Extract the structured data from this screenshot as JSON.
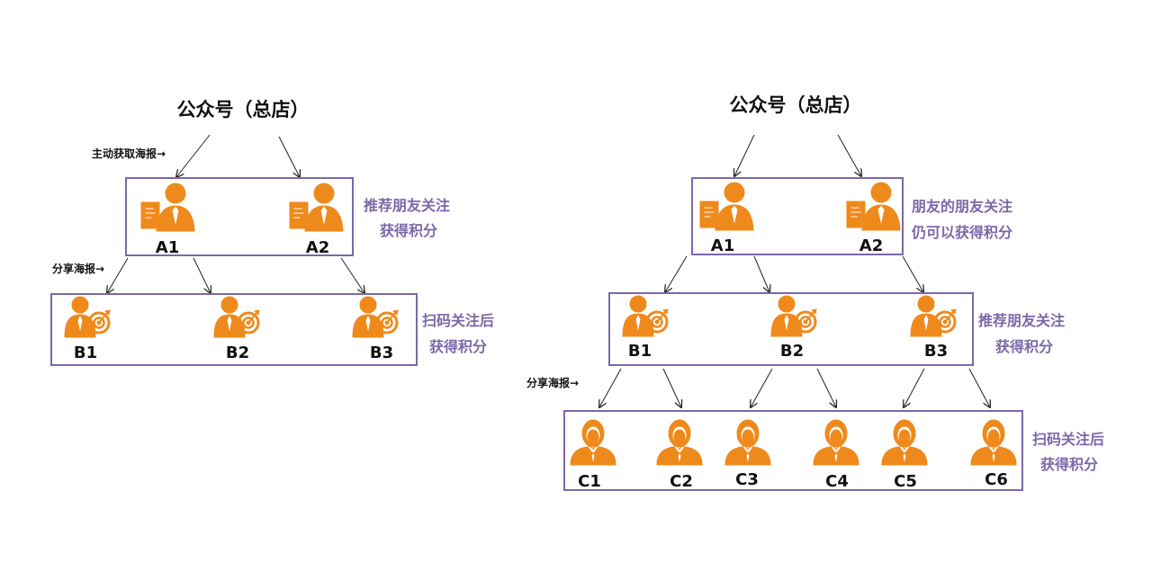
{
  "colors": {
    "icon": "#EE8A1C",
    "box": "#7B68A8",
    "side_text": "#7B68A8",
    "ink": "#111111"
  },
  "icons": {
    "tier_a": "document-person-icon",
    "tier_b": "person-target-icon",
    "tier_c": "person-bust-icon"
  },
  "left": {
    "root": "公众号（总店）",
    "note_top": "主动获取海报→",
    "note_mid": "分享海报→",
    "a_labels": [
      "A1",
      "A2"
    ],
    "b_labels": [
      "B1",
      "B2",
      "B3"
    ],
    "a_side": [
      "推荐朋友关注",
      "获得积分"
    ],
    "b_side": [
      "扫码关注后",
      "获得积分"
    ]
  },
  "right": {
    "root": "公众号（总店）",
    "note_bottom": "分享海报→",
    "a_labels": [
      "A1",
      "A2"
    ],
    "b_labels": [
      "B1",
      "B2",
      "B3"
    ],
    "c_labels": [
      "C1",
      "C2",
      "C3",
      "C4",
      "C5",
      "C6"
    ],
    "a_side": [
      "朋友的朋友关注",
      "仍可以获得积分"
    ],
    "b_side": [
      "推荐朋友关注",
      "获得积分"
    ],
    "c_side": [
      "扫码关注后",
      "获得积分"
    ]
  }
}
